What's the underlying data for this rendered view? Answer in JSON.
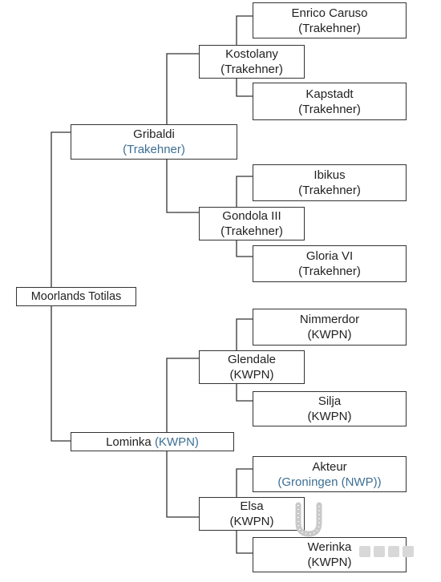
{
  "root": {
    "name": "Moorlands Totilas"
  },
  "sire": {
    "name": "Gribaldi",
    "breed": "(Trakehner)"
  },
  "dam": {
    "name": "Lominka",
    "breed": "(KWPN)"
  },
  "sire_sire": {
    "name": "Kostolany",
    "breed": "(Trakehner)"
  },
  "sire_dam": {
    "name": "Gondola III",
    "breed": "(Trakehner)"
  },
  "dam_sire": {
    "name": "Glendale",
    "breed": "(KWPN)"
  },
  "dam_dam": {
    "name": "Elsa",
    "breed": "(KWPN)"
  },
  "ss_sire": {
    "name": "Enrico Caruso",
    "breed": "(Trakehner)"
  },
  "ss_dam": {
    "name": "Kapstadt",
    "breed": "(Trakehner)"
  },
  "sd_sire": {
    "name": "Ibikus",
    "breed": "(Trakehner)"
  },
  "sd_dam": {
    "name": "Gloria VI",
    "breed": "(Trakehner)"
  },
  "ds_sire": {
    "name": "Nimmerdor",
    "breed": "(KWPN)"
  },
  "ds_dam": {
    "name": "Silja",
    "breed": "(KWPN)"
  },
  "dd_sire": {
    "name": "Akteur",
    "breed": "(Groningen (NWP))"
  },
  "dd_dam": {
    "name": "Werinka",
    "breed": "(KWPN)"
  },
  "colors": {
    "line": "#333333",
    "link_blue": "#3d6f94"
  },
  "watermark": {
    "icon": "horseshoe-icon"
  }
}
